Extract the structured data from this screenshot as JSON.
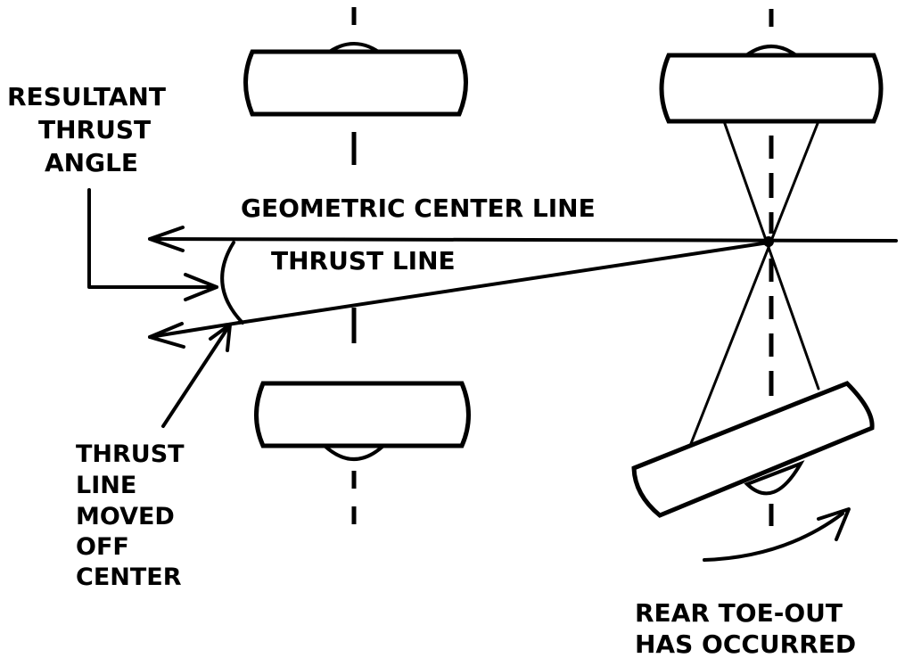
{
  "labels": {
    "resultant_thrust_angle": [
      "RESULTANT",
      "THRUST",
      "ANGLE"
    ],
    "geometric_center_line": "GEOMETRIC CENTER LINE",
    "thrust_line": "THRUST LINE",
    "thrust_line_moved": [
      "THRUST",
      "LINE",
      "MOVED",
      "OFF",
      "CENTER"
    ],
    "rear_toe_out": [
      "REAR TOE-OUT",
      "HAS OCCURRED"
    ]
  },
  "colors": {
    "ink": "#000000",
    "background": "#ffffff"
  }
}
